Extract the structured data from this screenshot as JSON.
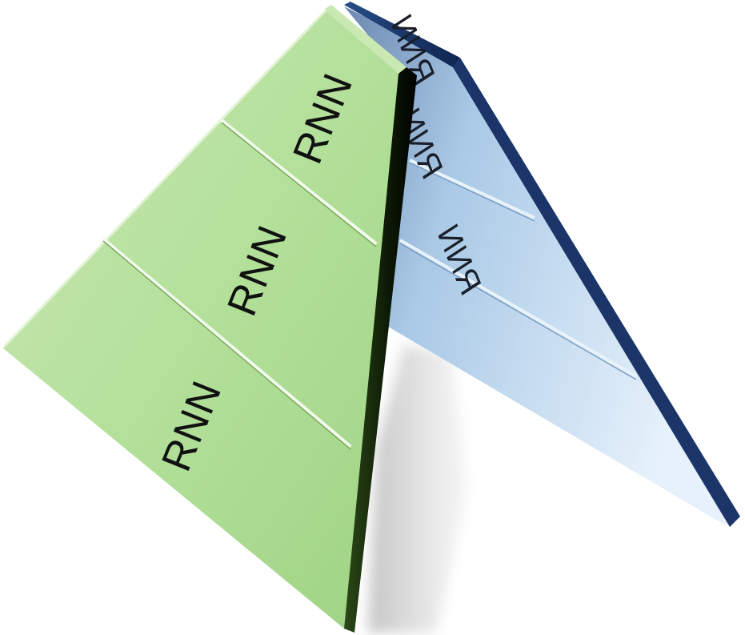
{
  "front_panel": {
    "color": "#a6d78a",
    "edge_color": "#1f3410",
    "cells": [
      {
        "label": "RNN"
      },
      {
        "label": "RNN"
      },
      {
        "label": "RNN"
      }
    ]
  },
  "back_panel": {
    "color": "#b5d5ee",
    "edge_color": "#1c3a70",
    "cells": [
      {
        "label": "RNN"
      },
      {
        "label": "RNN"
      },
      {
        "label": "RNN"
      }
    ]
  }
}
